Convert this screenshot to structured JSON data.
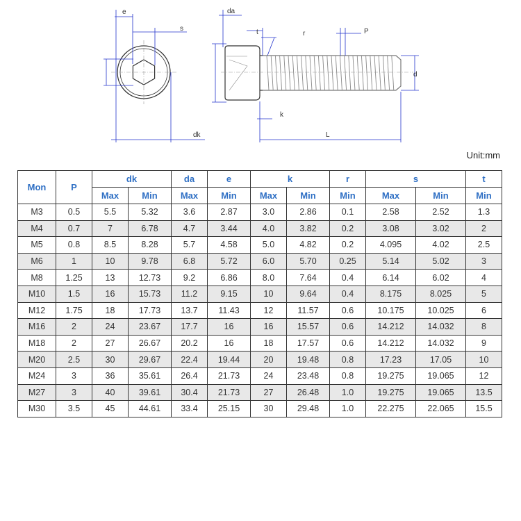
{
  "drawing": {
    "labels": {
      "e": "e",
      "s": "s",
      "dk": "dk",
      "da": "da",
      "t": "t",
      "r": "r",
      "P": "P",
      "d": "d",
      "k": "k",
      "L": "L"
    },
    "colors": {
      "dimension": "#2233cc",
      "outline": "#333333",
      "thread": "#888888"
    }
  },
  "unit_label": "Unit:mm",
  "table": {
    "header": {
      "mon": "Mon",
      "p": "P",
      "dk": "dk",
      "da": "da",
      "e": "e",
      "k": "k",
      "r": "r",
      "s": "s",
      "t": "t"
    },
    "subheader": {
      "dk_max": "Max",
      "dk_min": "Min",
      "da_max": "Max",
      "e_min": "Min",
      "k_max": "Max",
      "k_min": "Min",
      "r_min": "Min",
      "s_max": "Max",
      "s_min": "Min",
      "t_min": "Min"
    },
    "header_color": "#2e6fc4",
    "shaded_row_color": "#e8e8e8",
    "rows": [
      {
        "mon": "M3",
        "p": "0.5",
        "dk_max": "5.5",
        "dk_min": "5.32",
        "da_max": "3.6",
        "e_min": "2.87",
        "k_max": "3.0",
        "k_min": "2.86",
        "r_min": "0.1",
        "s_max": "2.58",
        "s_min": "2.52",
        "t_min": "1.3"
      },
      {
        "mon": "M4",
        "p": "0.7",
        "dk_max": "7",
        "dk_min": "6.78",
        "da_max": "4.7",
        "e_min": "3.44",
        "k_max": "4.0",
        "k_min": "3.82",
        "r_min": "0.2",
        "s_max": "3.08",
        "s_min": "3.02",
        "t_min": "2"
      },
      {
        "mon": "M5",
        "p": "0.8",
        "dk_max": "8.5",
        "dk_min": "8.28",
        "da_max": "5.7",
        "e_min": "4.58",
        "k_max": "5.0",
        "k_min": "4.82",
        "r_min": "0.2",
        "s_max": "4.095",
        "s_min": "4.02",
        "t_min": "2.5"
      },
      {
        "mon": "M6",
        "p": "1",
        "dk_max": "10",
        "dk_min": "9.78",
        "da_max": "6.8",
        "e_min": "5.72",
        "k_max": "6.0",
        "k_min": "5.70",
        "r_min": "0.25",
        "s_max": "5.14",
        "s_min": "5.02",
        "t_min": "3"
      },
      {
        "mon": "M8",
        "p": "1.25",
        "dk_max": "13",
        "dk_min": "12.73",
        "da_max": "9.2",
        "e_min": "6.86",
        "k_max": "8.0",
        "k_min": "7.64",
        "r_min": "0.4",
        "s_max": "6.14",
        "s_min": "6.02",
        "t_min": "4"
      },
      {
        "mon": "M10",
        "p": "1.5",
        "dk_max": "16",
        "dk_min": "15.73",
        "da_max": "11.2",
        "e_min": "9.15",
        "k_max": "10",
        "k_min": "9.64",
        "r_min": "0.4",
        "s_max": "8.175",
        "s_min": "8.025",
        "t_min": "5"
      },
      {
        "mon": "M12",
        "p": "1.75",
        "dk_max": "18",
        "dk_min": "17.73",
        "da_max": "13.7",
        "e_min": "11.43",
        "k_max": "12",
        "k_min": "11.57",
        "r_min": "0.6",
        "s_max": "10.175",
        "s_min": "10.025",
        "t_min": "6"
      },
      {
        "mon": "M16",
        "p": "2",
        "dk_max": "24",
        "dk_min": "23.67",
        "da_max": "17.7",
        "e_min": "16",
        "k_max": "16",
        "k_min": "15.57",
        "r_min": "0.6",
        "s_max": "14.212",
        "s_min": "14.032",
        "t_min": "8"
      },
      {
        "mon": "M18",
        "p": "2",
        "dk_max": "27",
        "dk_min": "26.67",
        "da_max": "20.2",
        "e_min": "16",
        "k_max": "18",
        "k_min": "17.57",
        "r_min": "0.6",
        "s_max": "14.212",
        "s_min": "14.032",
        "t_min": "9"
      },
      {
        "mon": "M20",
        "p": "2.5",
        "dk_max": "30",
        "dk_min": "29.67",
        "da_max": "22.4",
        "e_min": "19.44",
        "k_max": "20",
        "k_min": "19.48",
        "r_min": "0.8",
        "s_max": "17.23",
        "s_min": "17.05",
        "t_min": "10"
      },
      {
        "mon": "M24",
        "p": "3",
        "dk_max": "36",
        "dk_min": "35.61",
        "da_max": "26.4",
        "e_min": "21.73",
        "k_max": "24",
        "k_min": "23.48",
        "r_min": "0.8",
        "s_max": "19.275",
        "s_min": "19.065",
        "t_min": "12"
      },
      {
        "mon": "M27",
        "p": "3",
        "dk_max": "40",
        "dk_min": "39.61",
        "da_max": "30.4",
        "e_min": "21.73",
        "k_max": "27",
        "k_min": "26.48",
        "r_min": "1.0",
        "s_max": "19.275",
        "s_min": "19.065",
        "t_min": "13.5"
      },
      {
        "mon": "M30",
        "p": "3.5",
        "dk_max": "45",
        "dk_min": "44.61",
        "da_max": "33.4",
        "e_min": "25.15",
        "k_max": "30",
        "k_min": "29.48",
        "r_min": "1.0",
        "s_max": "22.275",
        "s_min": "22.065",
        "t_min": "15.5"
      }
    ]
  }
}
